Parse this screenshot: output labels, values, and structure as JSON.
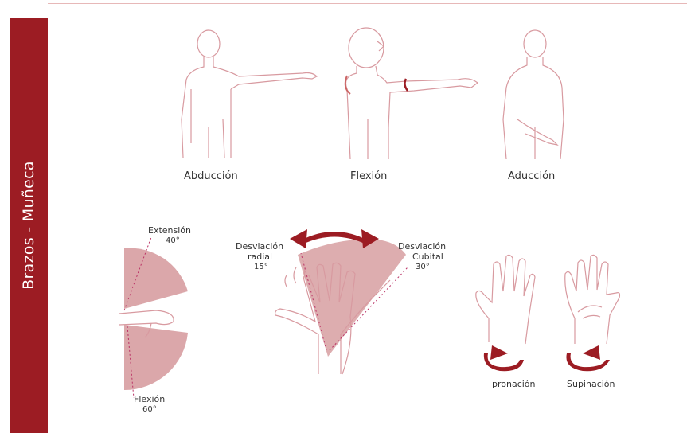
{
  "sidebar": {
    "title": "Brazos - Muñeca"
  },
  "arm_section": {
    "abduccion": "Abducción",
    "flexion": "Flexión",
    "aduccion": "Aducción"
  },
  "wrist_flexion": {
    "extension_label": "Extensión",
    "extension_deg": "40°",
    "flexion_label": "Flexión",
    "flexion_deg": "60°"
  },
  "wrist_deviation": {
    "radial_line1": "Desviación",
    "radial_line2": "radial",
    "radial_deg": "15°",
    "cubital_line1": "Desviación",
    "cubital_line2": "Cubital",
    "cubital_deg": "30°"
  },
  "rotation": {
    "pronacion": "pronación",
    "supinacion": "Supinación"
  },
  "colors": {
    "accent": "#9c1c23",
    "fill": "#cf8a8d",
    "outline": "#d89aa0"
  }
}
